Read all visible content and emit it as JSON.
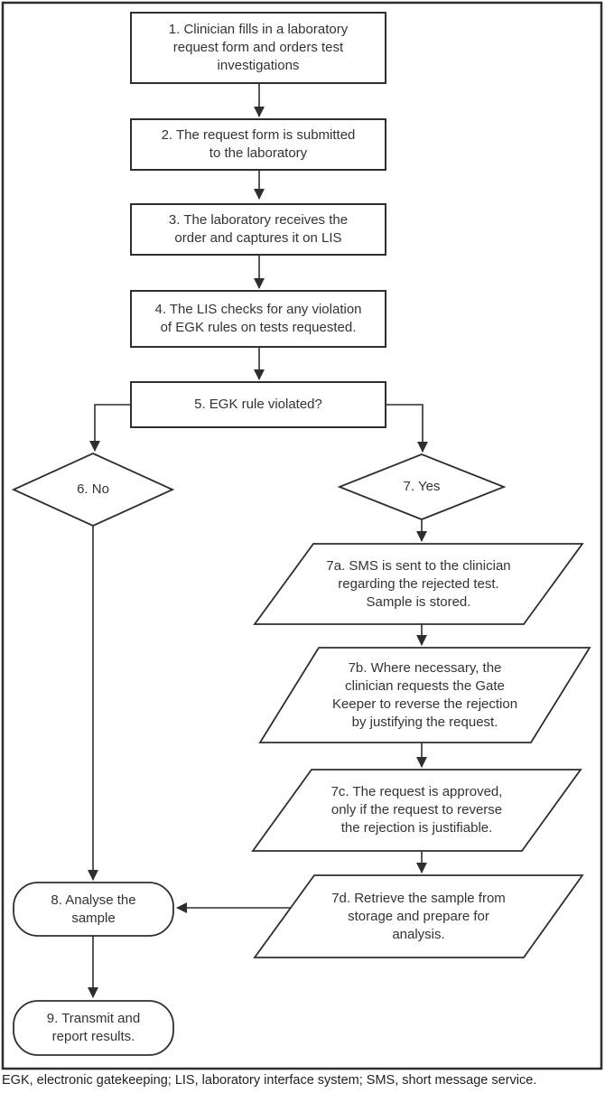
{
  "colors": {
    "line": "#2e2e2e",
    "text": "#333333",
    "background": "#ffffff"
  },
  "nodes": {
    "step1": {
      "type": "process",
      "lines": [
        "1. Clinician fills in a laboratory",
        "request form and orders test",
        "investigations"
      ]
    },
    "step2": {
      "type": "process",
      "lines": [
        "2. The request form is submitted",
        "to the laboratory"
      ]
    },
    "step3": {
      "type": "process",
      "lines": [
        "3. The laboratory receives the",
        "order and captures it on LIS"
      ]
    },
    "step4": {
      "type": "process",
      "lines": [
        "4. The LIS checks for any violation",
        "of EGK rules on tests requested."
      ]
    },
    "step5": {
      "type": "decision",
      "lines": [
        "5. EGK rule violated?"
      ]
    },
    "step6": {
      "type": "decision",
      "lines": [
        "6. No"
      ]
    },
    "step7": {
      "type": "decision",
      "lines": [
        "7. Yes"
      ]
    },
    "step7a": {
      "type": "data",
      "lines": [
        "7a. SMS is sent to the clinician",
        "regarding the rejected test.",
        "Sample is stored."
      ]
    },
    "step7b": {
      "type": "data",
      "lines": [
        "7b. Where necessary, the",
        "clinician requests the Gate",
        "Keeper to reverse the rejection",
        "by justifying the request."
      ]
    },
    "step7c": {
      "type": "data",
      "lines": [
        "7c. The request is approved,",
        "only if the request to reverse",
        "the rejection is justifiable."
      ]
    },
    "step7d": {
      "type": "data",
      "lines": [
        "7d. Retrieve the sample from",
        "storage and prepare for",
        "analysis."
      ]
    },
    "step8": {
      "type": "terminator",
      "lines": [
        "8. Analyse the",
        "sample"
      ]
    },
    "step9": {
      "type": "terminator",
      "lines": [
        "9. Transmit and",
        "report results."
      ]
    }
  },
  "footnote": "EGK, electronic gatekeeping; LIS, laboratory interface system; SMS, short message service."
}
